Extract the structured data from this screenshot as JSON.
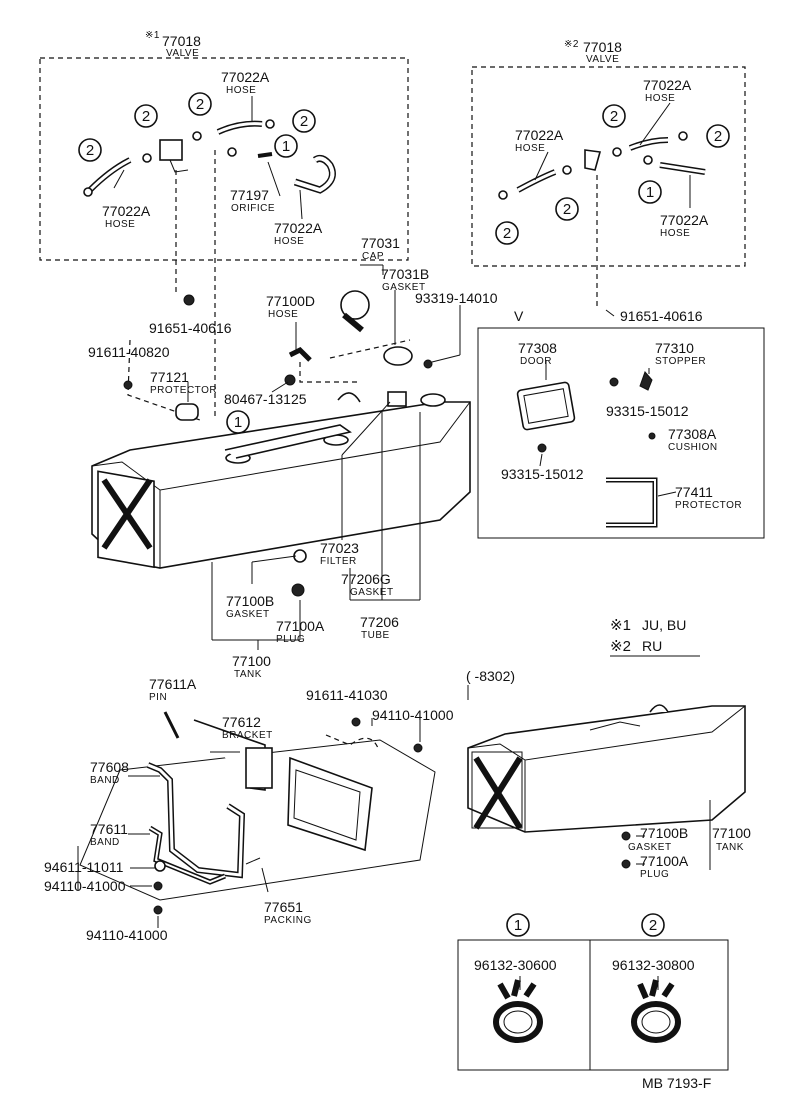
{
  "labels": {
    "l01": "77018",
    "l02": "VALVE",
    "l01m": "※1",
    "l03": "77018",
    "l04": "VALVE",
    "l03m": "※2",
    "l05": "77022A",
    "l06": "HOSE",
    "l07": "77022A",
    "l08": "HOSE",
    "l09": "77197",
    "l10": "ORIFICE",
    "l11": "77022A",
    "l12": "HOSE",
    "l13": "77022A",
    "l14": "HOSE",
    "l15": "77022A",
    "l16": "HOSE",
    "l17": "77022A",
    "l18": "HOSE",
    "l19": "77031",
    "l20": "CAP",
    "l21": "77031B",
    "l22": "GASKET",
    "l23": "93319-14010",
    "l24": "77100D",
    "l25": "HOSE",
    "l26": "91651-40616",
    "l27": "91651-40616",
    "l28": "91611-40820",
    "l29": "77121",
    "l30": "PROTECTOR",
    "l31": "80467-13125",
    "l32": "V",
    "l33": "77308",
    "l34": "DOOR",
    "l35": "77310",
    "l36": "STOPPER",
    "l37": "93315-15012",
    "l38": "77308A",
    "l39": "CUSHION",
    "l40": "93315-15012",
    "l41": "77411",
    "l42": "PROTECTOR",
    "l43": "77023",
    "l44": "FILTER",
    "l45": "77206G",
    "l46": "GASKET",
    "l47": "77206",
    "l48": "TUBE",
    "l49": "77100B",
    "l50": "GASKET",
    "l51": "77100A",
    "l52": "PLUG",
    "l53": "77100",
    "l54": "TANK",
    "l55": "※1",
    "l56": "JU, BU",
    "l57": "※2",
    "l58": "RU",
    "l59": "77611A",
    "l60": "PIN",
    "l61": "77612",
    "l62": "BRACKET",
    "l63": "91611-41030",
    "l64": "94110-41000",
    "l65": "77608",
    "l66": "BAND",
    "l67": "77611",
    "l68": "BAND",
    "l69": "94611-11011",
    "l70": "94110-41000",
    "l71": "94110-41000",
    "l72": "77651",
    "l73": "PACKING",
    "l74": "(        -8302)",
    "l75": "77100B",
    "l76": "GASKET",
    "l77": "77100A",
    "l78": "PLUG",
    "l79": "77100",
    "l80": "TANK",
    "l81": "96132-30600",
    "l82": "96132-30800",
    "l83": "MB 7193-F"
  },
  "callouts": {
    "c1": "1",
    "c2": "2"
  }
}
